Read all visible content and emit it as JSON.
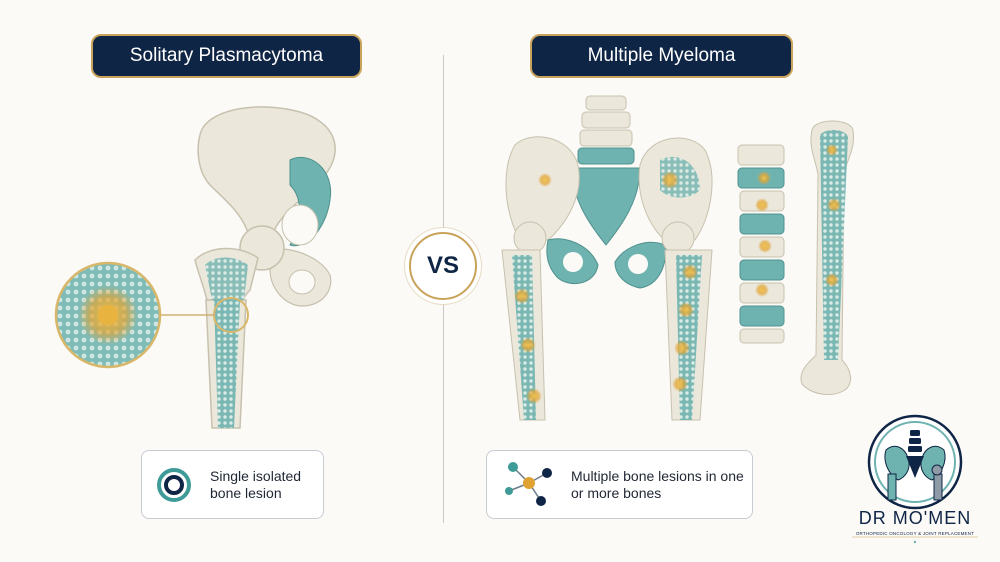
{
  "left_panel": {
    "title": "Solitary Plasmacytoma",
    "caption": "Single isolated bone lesion"
  },
  "right_panel": {
    "title": "Multiple Myeloma",
    "caption": "Multiple bone lesions in one or more bones"
  },
  "vs_label": "VS",
  "logo": {
    "name": "DR MO'MEN",
    "tagline": "ORTHOPEDIC ONCOLOGY & JOINT REPLACEMENT"
  },
  "colors": {
    "navy": "#0f2545",
    "gold": "#c9a35a",
    "teal": "#6fb3b0",
    "bone": "#ebe7da",
    "lesion": "#e0a332"
  }
}
